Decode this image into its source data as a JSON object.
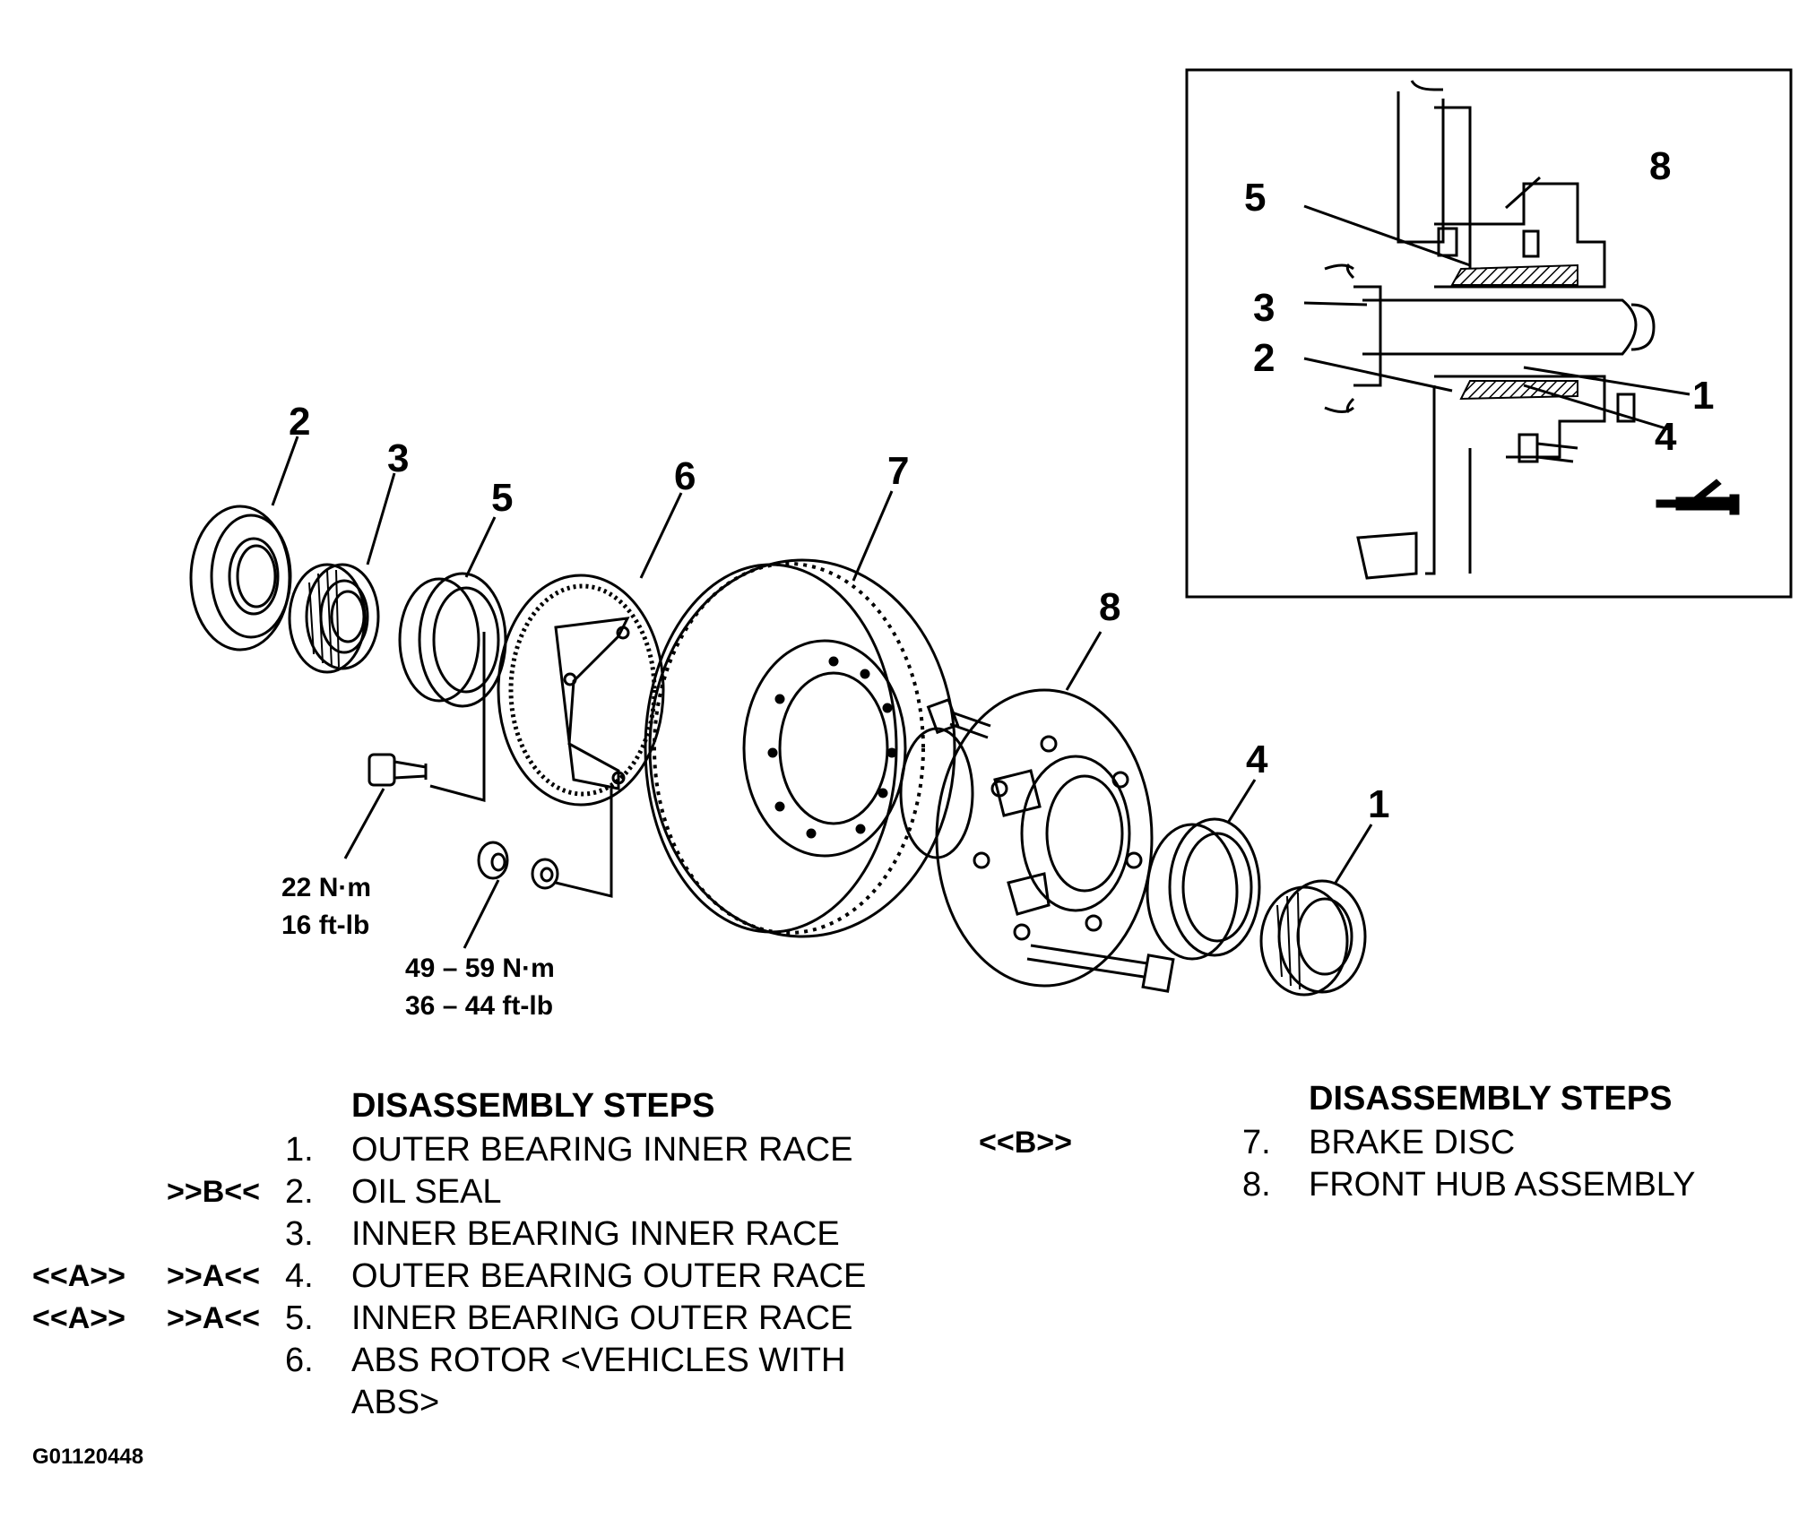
{
  "callouts": [
    "1",
    "2",
    "3",
    "4",
    "5",
    "6",
    "7",
    "8"
  ],
  "inset_callouts": [
    "1",
    "2",
    "3",
    "4",
    "5",
    "8"
  ],
  "torque": {
    "bolt_nm": "22 N·m",
    "bolt_ftlb": "16 ft-lb",
    "nut_nm": "49 – 59 N·m",
    "nut_ftlb": "36 – 44 ft-lb"
  },
  "steps_left": {
    "heading": "DISASSEMBLY STEPS",
    "items": [
      {
        "num": "1.",
        "text": "OUTER BEARING INNER RACE",
        "code1": "",
        "code2": ""
      },
      {
        "num": "2.",
        "text": "OIL SEAL",
        "code1": "",
        "code2": ">>B<<"
      },
      {
        "num": "3.",
        "text": "INNER BEARING INNER RACE",
        "code1": "",
        "code2": ""
      },
      {
        "num": "4.",
        "text": "OUTER BEARING OUTER RACE",
        "code1": "<<A>>",
        "code2": ">>A<<"
      },
      {
        "num": "5.",
        "text": "INNER BEARING OUTER RACE",
        "code1": "<<A>>",
        "code2": ">>A<<"
      },
      {
        "num": "6.",
        "text": "ABS ROTOR <VEHICLES WITH",
        "code1": "",
        "code2": ""
      },
      {
        "num": "",
        "text": "ABS>",
        "code1": "",
        "code2": ""
      }
    ]
  },
  "steps_right": {
    "heading": "DISASSEMBLY STEPS",
    "items": [
      {
        "num": "7.",
        "text": "BRAKE DISC",
        "code": "<<B>>"
      },
      {
        "num": "8.",
        "text": "FRONT HUB ASSEMBLY",
        "code": ""
      }
    ]
  },
  "figure_id": "G01120448",
  "colors": {
    "ink": "#000000",
    "paper": "#ffffff",
    "hatch": "#555555"
  }
}
